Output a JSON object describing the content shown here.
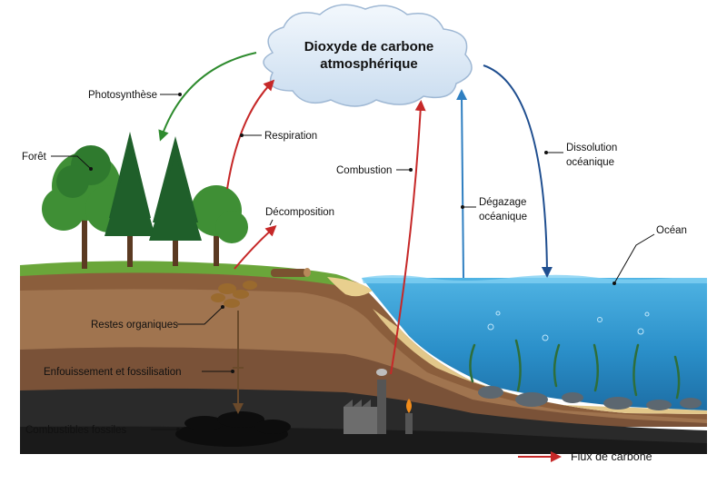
{
  "cloud": {
    "line1": "Dioxyde de carbone",
    "line2": "atmosphérique"
  },
  "labels": {
    "photosynthese": "Photosynthèse",
    "foret": "Forêt",
    "respiration": "Respiration",
    "decomposition": "Décomposition",
    "combustion": "Combustion",
    "degazage_line1": "Dégazage",
    "degazage_line2": "océanique",
    "dissolution_line1": "Dissolution",
    "dissolution_line2": "océanique",
    "ocean": "Océan",
    "restes": "Restes organiques",
    "enfouissement": "Enfouissement et fossilisation",
    "combustibles": "Combustibles fossiles"
  },
  "legend": {
    "label": "Flux de carbone"
  },
  "colors": {
    "carbon_flux": "#c62828",
    "photosynthesis": "#2e8b2e",
    "degassing": "#2f7fc1",
    "dissolution": "#1f4e8f",
    "burial": "#6b4a2b"
  }
}
